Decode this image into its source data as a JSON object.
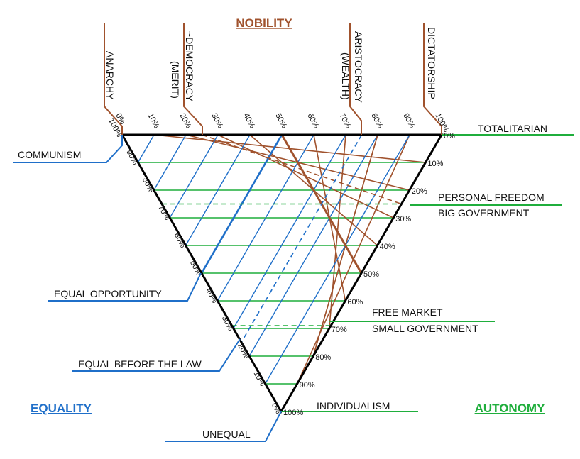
{
  "title": "NOBILITY",
  "corners": {
    "left": "EQUALITY",
    "right": "AUTONOMY"
  },
  "top_axis": {
    "ticks": [
      "0%",
      "10%",
      "20%",
      "30%",
      "40%",
      "50%",
      "60%",
      "70%",
      "80%",
      "90%",
      "100%"
    ],
    "labels": [
      "ANARCHY",
      "~DEMOCRACY",
      "(MERIT)",
      "ARISTOCRACY",
      "(WEALTH)",
      "DICTATORSHIP"
    ]
  },
  "right_axis": {
    "ticks": [
      "0%",
      "10%",
      "20%",
      "30%",
      "40%",
      "50%",
      "60%",
      "70%",
      "80%",
      "90%",
      "100%"
    ],
    "labels": [
      "TOTALITARIAN",
      "PERSONAL FREEDOM",
      "BIG GOVERNMENT",
      "FREE MARKET",
      "SMALL GOVERNMENT",
      "INDIVIDUALISM"
    ]
  },
  "left_axis": {
    "ticks": [
      "100%",
      "90%",
      "80%",
      "70%",
      "60%",
      "50%",
      "40%",
      "30%",
      "20%",
      "10%",
      "0%"
    ],
    "labels": [
      "COMMUNISM",
      "EQUAL OPPORTUNITY",
      "EQUAL BEFORE THE LAW",
      "UNEQUAL"
    ]
  },
  "colors": {
    "nobility": "#a0522d",
    "equality": "#1f6fc9",
    "autonomy": "#1fae3c",
    "outline": "#000000"
  }
}
